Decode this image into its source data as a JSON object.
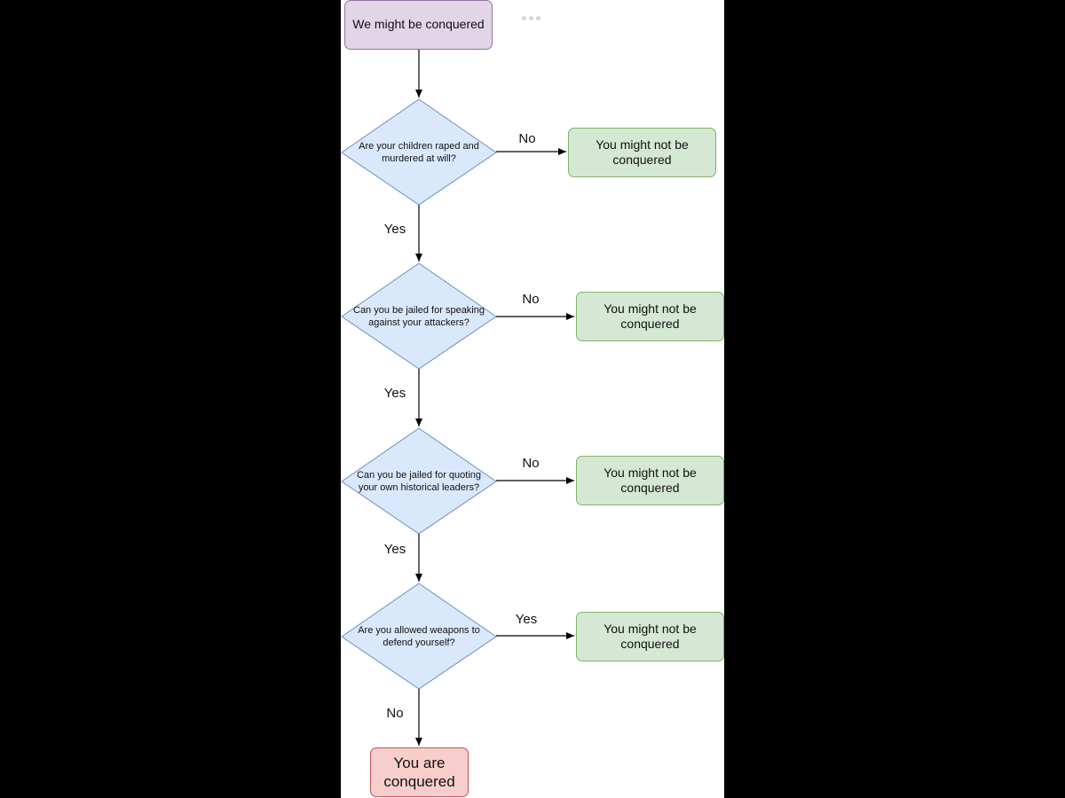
{
  "start": {
    "label": "We might be conquered"
  },
  "questions": [
    {
      "label": "Are your children raped and murdered at will?",
      "down_label": "Yes",
      "side_label": "No",
      "outcome": "You might not be conquered"
    },
    {
      "label": "Can you be jailed for speaking against your attackers?",
      "down_label": "Yes",
      "side_label": "No",
      "outcome": "You might not be conquered"
    },
    {
      "label": "Can you be jailed for quoting your own historical leaders?",
      "down_label": "Yes",
      "side_label": "No",
      "outcome": "You might not be conquered"
    },
    {
      "label": "Are you allowed weapons to defend yourself?",
      "down_label": "No",
      "side_label": "Yes",
      "outcome": "You might not be conquered"
    }
  ],
  "end": {
    "label": "You are conquered"
  },
  "colors": {
    "start_fill": "#e1d5e7",
    "start_stroke": "#9673a6",
    "decision_fill": "#dae8fc",
    "decision_stroke": "#6c8ebf",
    "outcome_fill": "#d5e8d4",
    "outcome_stroke": "#82b366",
    "end_fill": "#f8cecc",
    "end_stroke": "#b85450",
    "arrow": "#000000"
  }
}
